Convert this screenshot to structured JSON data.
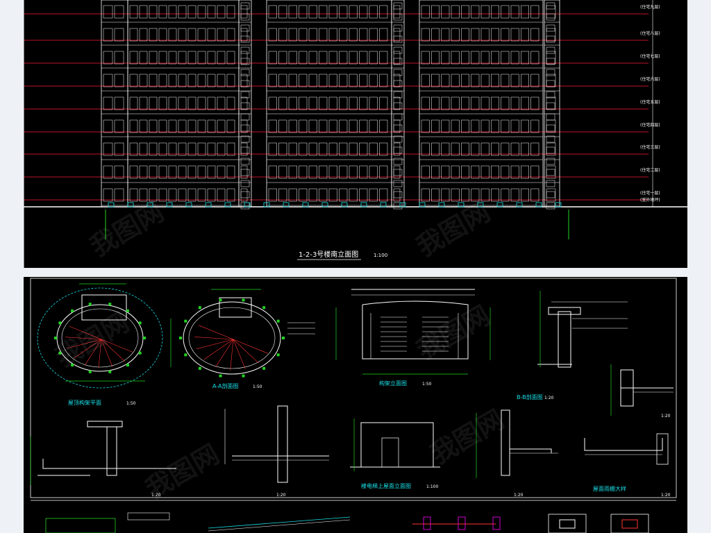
{
  "elevation": {
    "title": "1-2-3号楼南立面图",
    "scale": "1:100",
    "floor_levels": [
      "(住宅九层)",
      "(住宅八层)",
      "(住宅七层)",
      "(住宅六层)",
      "(住宅五层)",
      "(住宅四层)",
      "(住宅三层)",
      "(住宅二层)",
      "(住宅一层)",
      "(室外地坪)"
    ]
  },
  "details": {
    "labels": {
      "roof_frame_plan": "屋顶构架平面",
      "roof_frame_scale": "1:50",
      "section_aa": "A-A剖面图",
      "section_aa_scale": "1:50",
      "frame_elevation": "构架立面图",
      "frame_elevation_scale": "1:50",
      "section_bb": "B-B剖面图",
      "section_bb_scale": "1:20",
      "elevator_roof": "楼电梯上屋面立面图",
      "elevator_roof_scale": "1:100",
      "parapet": "屋面雨棚大样",
      "scale_1_20": "1:20"
    }
  },
  "watermark": "我图网",
  "colors": {
    "background": "#000000",
    "grid_red": "#c0142a",
    "line_white": "#ffffff",
    "dim_green": "#22d322",
    "cyan": "#19e0e8",
    "magenta": "#ff00ff",
    "frame_border": "#eef1f5"
  }
}
